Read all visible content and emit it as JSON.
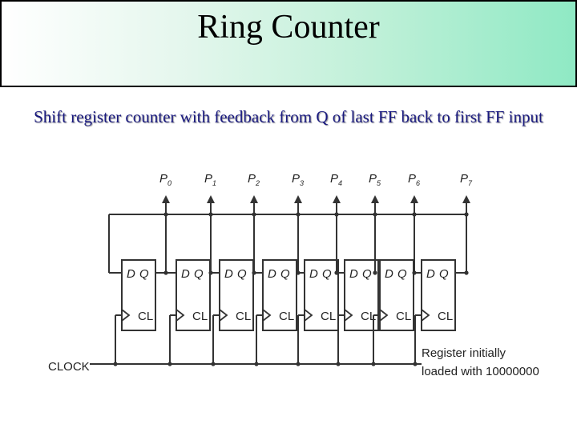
{
  "title": "Ring Counter",
  "subtitle": "Shift register counter with feedback from Q of last FF back to first FF input",
  "flip_flops": [
    {
      "d": "D",
      "q": "Q",
      "clk": "CL"
    },
    {
      "d": "D",
      "q": "Q",
      "clk": "CL"
    },
    {
      "d": "D",
      "q": "Q",
      "clk": "CL"
    },
    {
      "d": "D",
      "q": "Q",
      "clk": "CL"
    },
    {
      "d": "D",
      "q": "Q",
      "clk": "CL"
    },
    {
      "d": "D",
      "q": "Q",
      "clk": "CL"
    },
    {
      "d": "D",
      "q": "Q",
      "clk": "CL"
    },
    {
      "d": "D",
      "q": "Q",
      "clk": "CL"
    }
  ],
  "outputs": [
    {
      "base": "P",
      "sub": "0"
    },
    {
      "base": "P",
      "sub": "1"
    },
    {
      "base": "P",
      "sub": "2"
    },
    {
      "base": "P",
      "sub": "3"
    },
    {
      "base": "P",
      "sub": "4"
    },
    {
      "base": "P",
      "sub": "5"
    },
    {
      "base": "P",
      "sub": "6"
    },
    {
      "base": "P",
      "sub": "7"
    }
  ],
  "clock_label": "CLOCK",
  "note_lines": [
    "Register initially",
    "loaded with 10000000"
  ]
}
